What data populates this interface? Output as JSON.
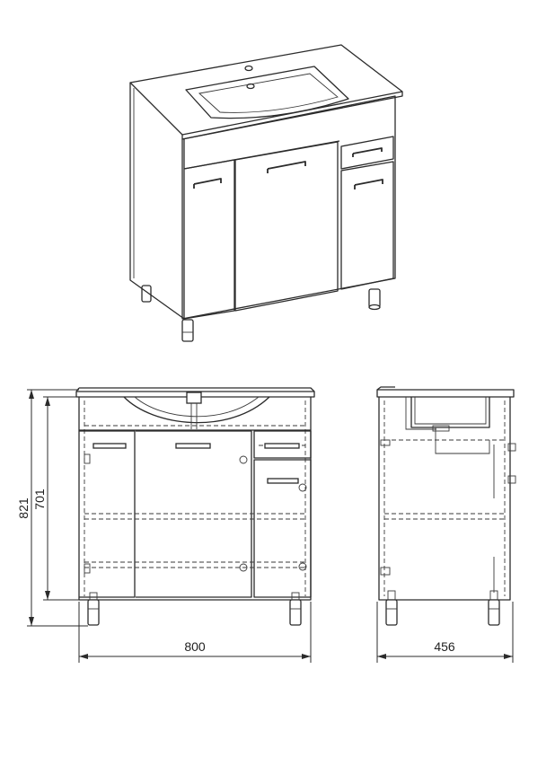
{
  "dimensions": {
    "total_height": "821",
    "cabinet_height": "701",
    "width": "800",
    "depth": "456"
  }
}
